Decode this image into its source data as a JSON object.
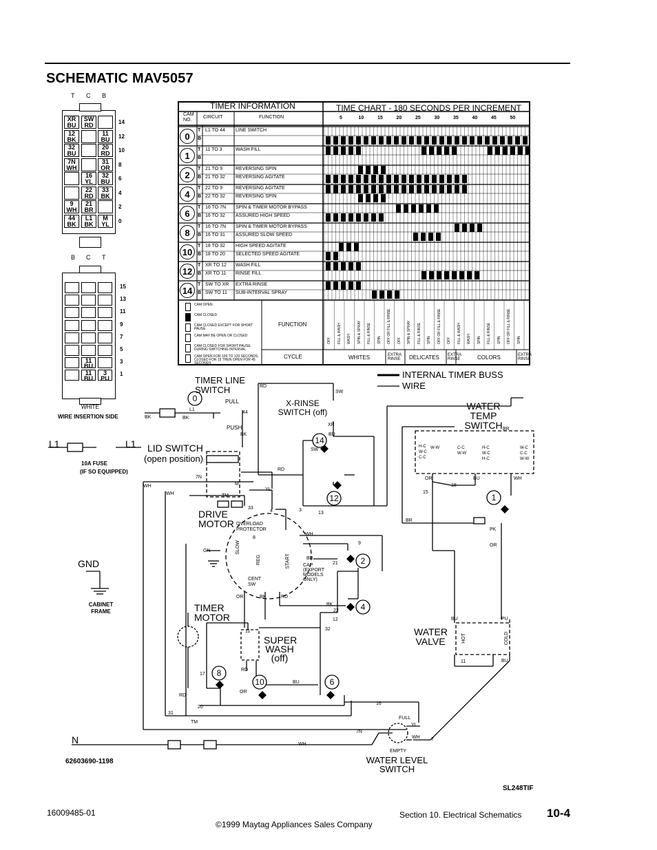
{
  "page": {
    "title": "SCHEMATIC MAV5057",
    "footer_left": "16009485-01",
    "footer_center": "©1999 Maytag Appliances Sales Company",
    "footer_section": "Section 10. Electrical Schematics",
    "footer_page": "10-4",
    "part_number": "62603690-1198",
    "code": "SL248TIF"
  },
  "top_connector": {
    "header": [
      "T",
      "C",
      "B"
    ],
    "rows": [
      {
        "cells": [
          "XR BU",
          "SW RD",
          ""
        ],
        "pin": "14"
      },
      {
        "cells": [
          "12 BK",
          "",
          "11 BU"
        ],
        "pin": "12"
      },
      {
        "cells": [
          "32 BU",
          "",
          "20 RD"
        ],
        "pin": "10"
      },
      {
        "cells": [
          "7N WH",
          "",
          "31 OR"
        ],
        "pin": "8"
      },
      {
        "cells": [
          "",
          "16 YL",
          "32 BU"
        ],
        "pin": "6"
      },
      {
        "cells": [
          "",
          "22 RD",
          "33 BK"
        ],
        "pin": "4"
      },
      {
        "cells": [
          "9 WH",
          "21 BR",
          ""
        ],
        "pin": "2"
      },
      {
        "cells": [
          "44 BK",
          "L1 BK",
          "M YL"
        ],
        "pin": "0"
      }
    ]
  },
  "bottom_connector": {
    "header": [
      "B",
      "C",
      "T"
    ],
    "pins": [
      "15",
      "13",
      "11",
      "9",
      "7",
      "5",
      "3",
      "1"
    ],
    "labels": [
      "11 BU",
      "11 BU",
      "3 PU"
    ],
    "color": "WHITE",
    "caption": "WIRE INSERTION SIDE"
  },
  "timer_info": {
    "header_left": "TIMER INFORMATION",
    "header_right": "TIME CHART - 180 SECONDS PER INCREMENT",
    "col_cam": "CAM NO.",
    "col_circuit": "CIRCUIT",
    "col_function": "FUNCTION",
    "ticks": [
      "5",
      "10",
      "15",
      "20",
      "25",
      "30",
      "35",
      "40",
      "45",
      "50"
    ],
    "rows": [
      {
        "cam": "0",
        "t": {
          "circuit": "L1 TO 44",
          "function": "LINE SWITCH"
        },
        "b": {
          "circuit": "",
          "function": ""
        }
      },
      {
        "cam": "1",
        "t": {
          "circuit": "11 TO 3",
          "function": "WASH FILL"
        },
        "b": {
          "circuit": "",
          "function": ""
        }
      },
      {
        "cam": "2",
        "t": {
          "circuit": "21 TO 9",
          "function": "REVERSING SPIN"
        },
        "b": {
          "circuit": "21 TO 32",
          "function": "REVERSING AGITATE"
        }
      },
      {
        "cam": "4",
        "t": {
          "circuit": "22 TO 9",
          "function": "REVERSING AGITATE"
        },
        "b": {
          "circuit": "22 TO 32",
          "function": "REVERSING SPIN"
        }
      },
      {
        "cam": "6",
        "t": {
          "circuit": "16 TO 7N",
          "function": "SPIN & TIMER MOTOR BYPASS"
        },
        "b": {
          "circuit": "16 TO 32",
          "function": "ASSURED HIGH SPEED"
        }
      },
      {
        "cam": "8",
        "t": {
          "circuit": "16 TO 7N",
          "function": "SPIN & TIMER MOTOR BYPASS"
        },
        "b": {
          "circuit": "16 TO 31",
          "function": "ASSURED SLOW SPEED"
        }
      },
      {
        "cam": "10",
        "t": {
          "circuit": "18 TO 32",
          "function": "HIGH SPEED AGITATE"
        },
        "b": {
          "circuit": "18 TO 20",
          "function": "SELECTED SPEED AGITATE"
        }
      },
      {
        "cam": "12",
        "t": {
          "circuit": "XR TO 12",
          "function": "WASH FILL"
        },
        "b": {
          "circuit": "XR TO 11",
          "function": "RINSE FILL"
        }
      },
      {
        "cam": "14",
        "t": {
          "circuit": "SW TO XR",
          "function": "EXTRA RINSE"
        },
        "b": {
          "circuit": "SW TO 11",
          "function": "SUB-INTERVAL SPRAY"
        }
      }
    ],
    "legend": [
      "CAM OPEN",
      "CAM CLOSED",
      "CAM CLOSED EXCEPT FOR SHORT PAUSE",
      "CAM MAY BE OPEN OR CLOSED",
      "CAM CLOSED FOR SHORT PAUSE DURING SWITCHING INTERVAL",
      "CAM OPEN FOR 100 TO 120 SECONDS, CLOSED FOR 15 THEN OPEN FOR 45 SECONDS"
    ],
    "function_label": "FUNCTION",
    "cycle_label": "CYCLE",
    "cycles": [
      "WHITES",
      "EXTRA RINSE",
      "DELICATES",
      "EXTRA RINSE",
      "COLORS",
      "EXTRA RINSE"
    ],
    "bottom_functions": [
      "OFF",
      "FILL & WASH",
      "WASH",
      "SPIN & SPRAY",
      "FILL & RINSE",
      "SPIN",
      "OFF OR FILL & RINSE",
      "OFF",
      "SPIN & SPRAY",
      "FILL & RINSE",
      "SPIN",
      "OFF OR FILL & RINSE",
      "OFF",
      "FILL & WASH",
      "WASH",
      "SPIN",
      "FILL & RINSE",
      "SPIN",
      "OFF OR FILL & RINSE",
      "SPIN"
    ]
  },
  "legend_lines": {
    "bus": "INTERNAL TIMER BUSS",
    "wire": "WIRE"
  },
  "labels": {
    "timer_line_switch": "TIMER LINE SWITCH",
    "pull": "PULL",
    "push": "PUSH",
    "x_rinse": "X-RINSE SWITCH (off)",
    "water_temp": "WATER TEMP SWITCH",
    "lid_switch": "LID SWITCH",
    "lid_switch_pos": "(open position)",
    "fuse": "10A FUSE",
    "fuse_note": "(IF SO EQUIPPED)",
    "drive_motor": "DRIVE MOTOR",
    "overload": "OVERLOAD PROTECTOR",
    "gnd": "GND",
    "cabinet_frame": "CABINET FRAME",
    "timer_motor": "TIMER MOTOR",
    "super_wash": "SUPER WASH (off)",
    "water_valve": "WATER VALVE",
    "water_level": "WATER LEVEL SWITCH",
    "full": "FULL",
    "empty": "EMPTY",
    "cap": "CAP (EXPORT MODELS ONLY)",
    "cent_sw": "CENT SW",
    "start": "START",
    "slow": "SLOW",
    "reg": "REG",
    "hot": "HOT",
    "cold": "COLD",
    "L1": "L1",
    "N": "N"
  },
  "wire_tags": [
    "RD",
    "SW",
    "BK",
    "L1",
    "44",
    "BK",
    "XR",
    "BU",
    "BK",
    "SW",
    "RD",
    "WH",
    "YL",
    "TM",
    "M",
    "7N",
    "WH",
    "WH",
    "GN",
    "9",
    "BR",
    "21",
    "OR",
    "BK",
    "RD",
    "BK",
    "RD",
    "22",
    "32",
    "BU",
    "OR",
    "RD",
    "20",
    "31",
    "TM",
    "16",
    "WH",
    "7N",
    "YL",
    "WH",
    "7",
    "18",
    "15",
    "BR",
    "PK",
    "OR",
    "BU",
    "PU",
    "11",
    "BU",
    "OR",
    "BU",
    "WH",
    "BR",
    "13",
    "4",
    "3",
    "12",
    "11",
    "17",
    "8",
    "33"
  ],
  "temp_switch_positions": [
    "H-C",
    "W-C",
    "C-C",
    "W-W",
    "C-C",
    "W-W",
    "H-C",
    "W-C",
    "H-C",
    "W-C",
    "C-C",
    "W-W"
  ],
  "colors": {
    "ink": "#000000",
    "paper": "#ffffff"
  }
}
